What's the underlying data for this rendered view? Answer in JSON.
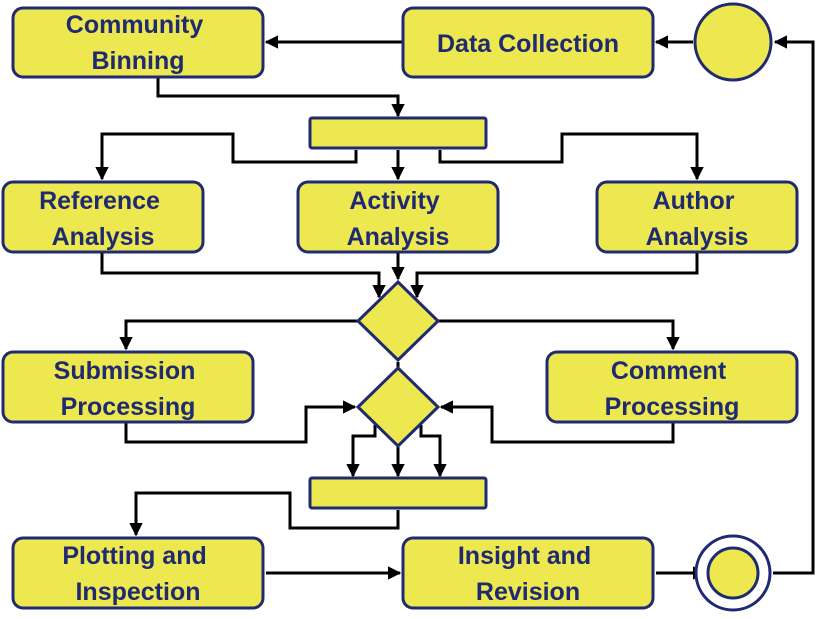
{
  "colors": {
    "node_fill": "#ede84f",
    "node_stroke": "#1f2a70",
    "text": "#1f2a70",
    "edge": "#000000"
  },
  "nodes": {
    "data_collection": "Data Collection",
    "community_binning": [
      "Community",
      "Binning"
    ],
    "reference_analysis": [
      "Reference",
      "Analysis"
    ],
    "activity_analysis": [
      "Activity",
      "Analysis"
    ],
    "author_analysis": [
      "Author",
      "Analysis"
    ],
    "submission_processing": [
      "Submission",
      "Processing"
    ],
    "comment_processing": [
      "Comment",
      "Processing"
    ],
    "plotting_inspection": [
      "Plotting and",
      "Inspection"
    ],
    "insight_revision": [
      "Insight and",
      "Revision"
    ]
  }
}
